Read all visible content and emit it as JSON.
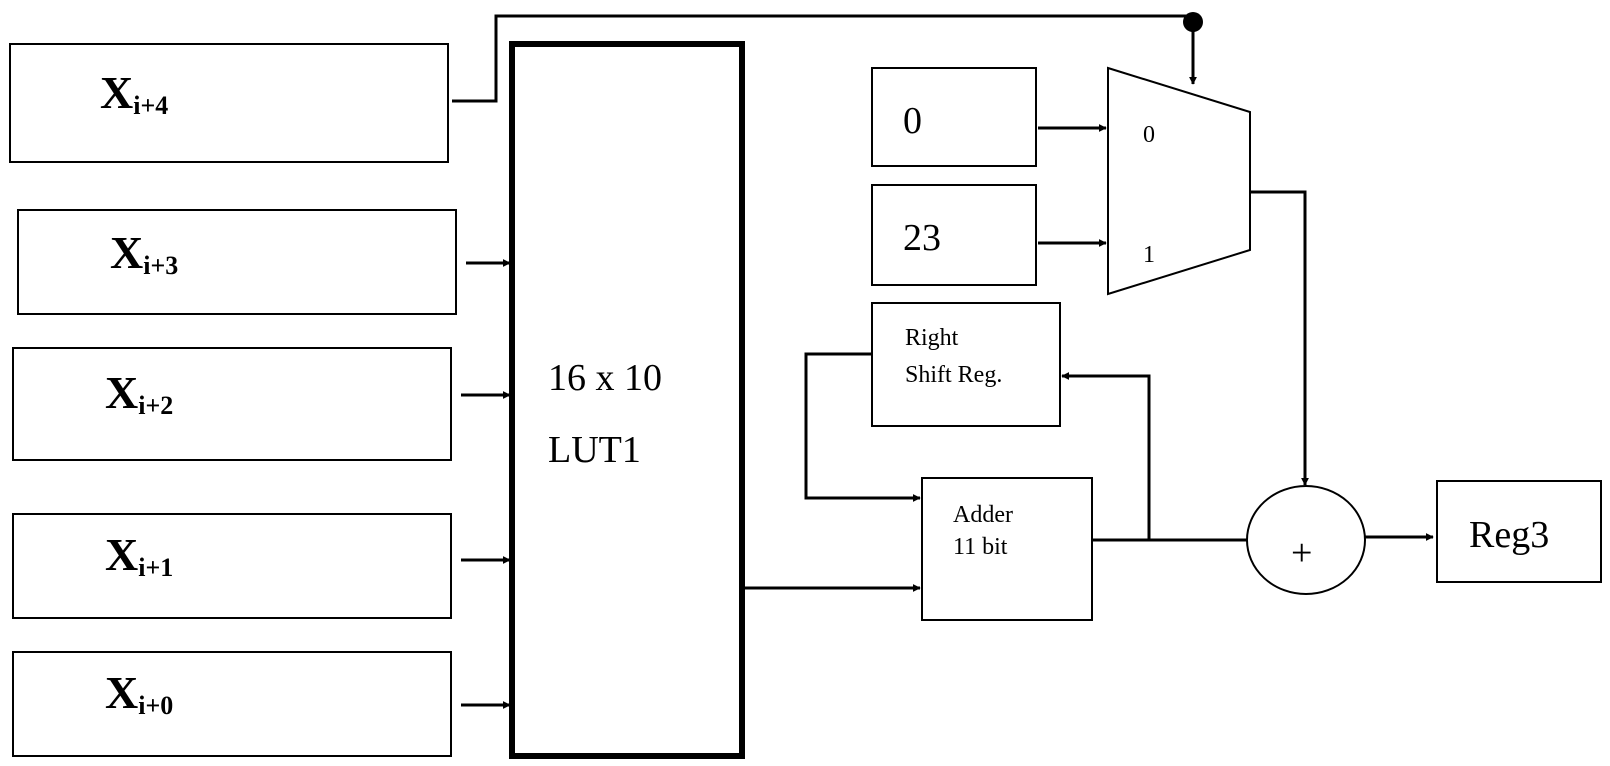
{
  "inputs": [
    {
      "base": "X",
      "sub": "i+4"
    },
    {
      "base": "X",
      "sub": "i+3"
    },
    {
      "base": "X",
      "sub": "i+2"
    },
    {
      "base": "X",
      "sub": "i+1"
    },
    {
      "base": "X",
      "sub": "i+0"
    }
  ],
  "lut": {
    "line1": "16 x 10",
    "line2": "LUT1"
  },
  "const0": "0",
  "const1": "23",
  "mux": {
    "in0": "0",
    "in1": "1"
  },
  "shift_reg": {
    "line1": "Right",
    "line2": "Shift Reg."
  },
  "adder": {
    "line1": "Adder",
    "line2": "11 bit"
  },
  "summer": "+",
  "output_reg": "Reg3"
}
